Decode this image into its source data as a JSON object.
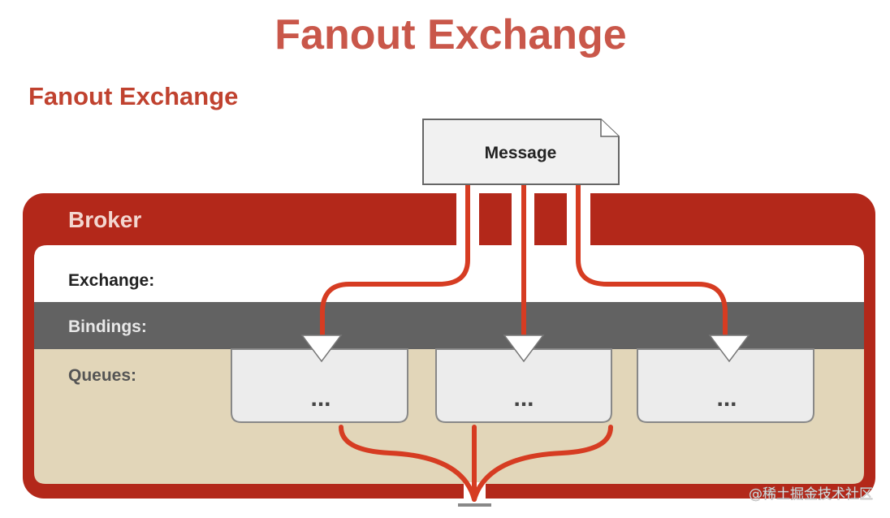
{
  "title": "Fanout Exchange",
  "subtitle": "Fanout Exchange",
  "message_label": "Message",
  "broker_label": "Broker",
  "rows": {
    "exchange": "Exchange:",
    "bindings": "Bindings:",
    "queues": "Queues:"
  },
  "queues": [
    {
      "label": "..."
    },
    {
      "label": "..."
    },
    {
      "label": "..."
    }
  ],
  "watermark": "@稀土掘金技术社区",
  "colors": {
    "title": "#c9574a",
    "broker_red": "#b3281a",
    "route_line": "#d63c22",
    "bindings_band": "#626262",
    "queues_band": "#e2d6b9",
    "queue_box": "#ececec"
  }
}
